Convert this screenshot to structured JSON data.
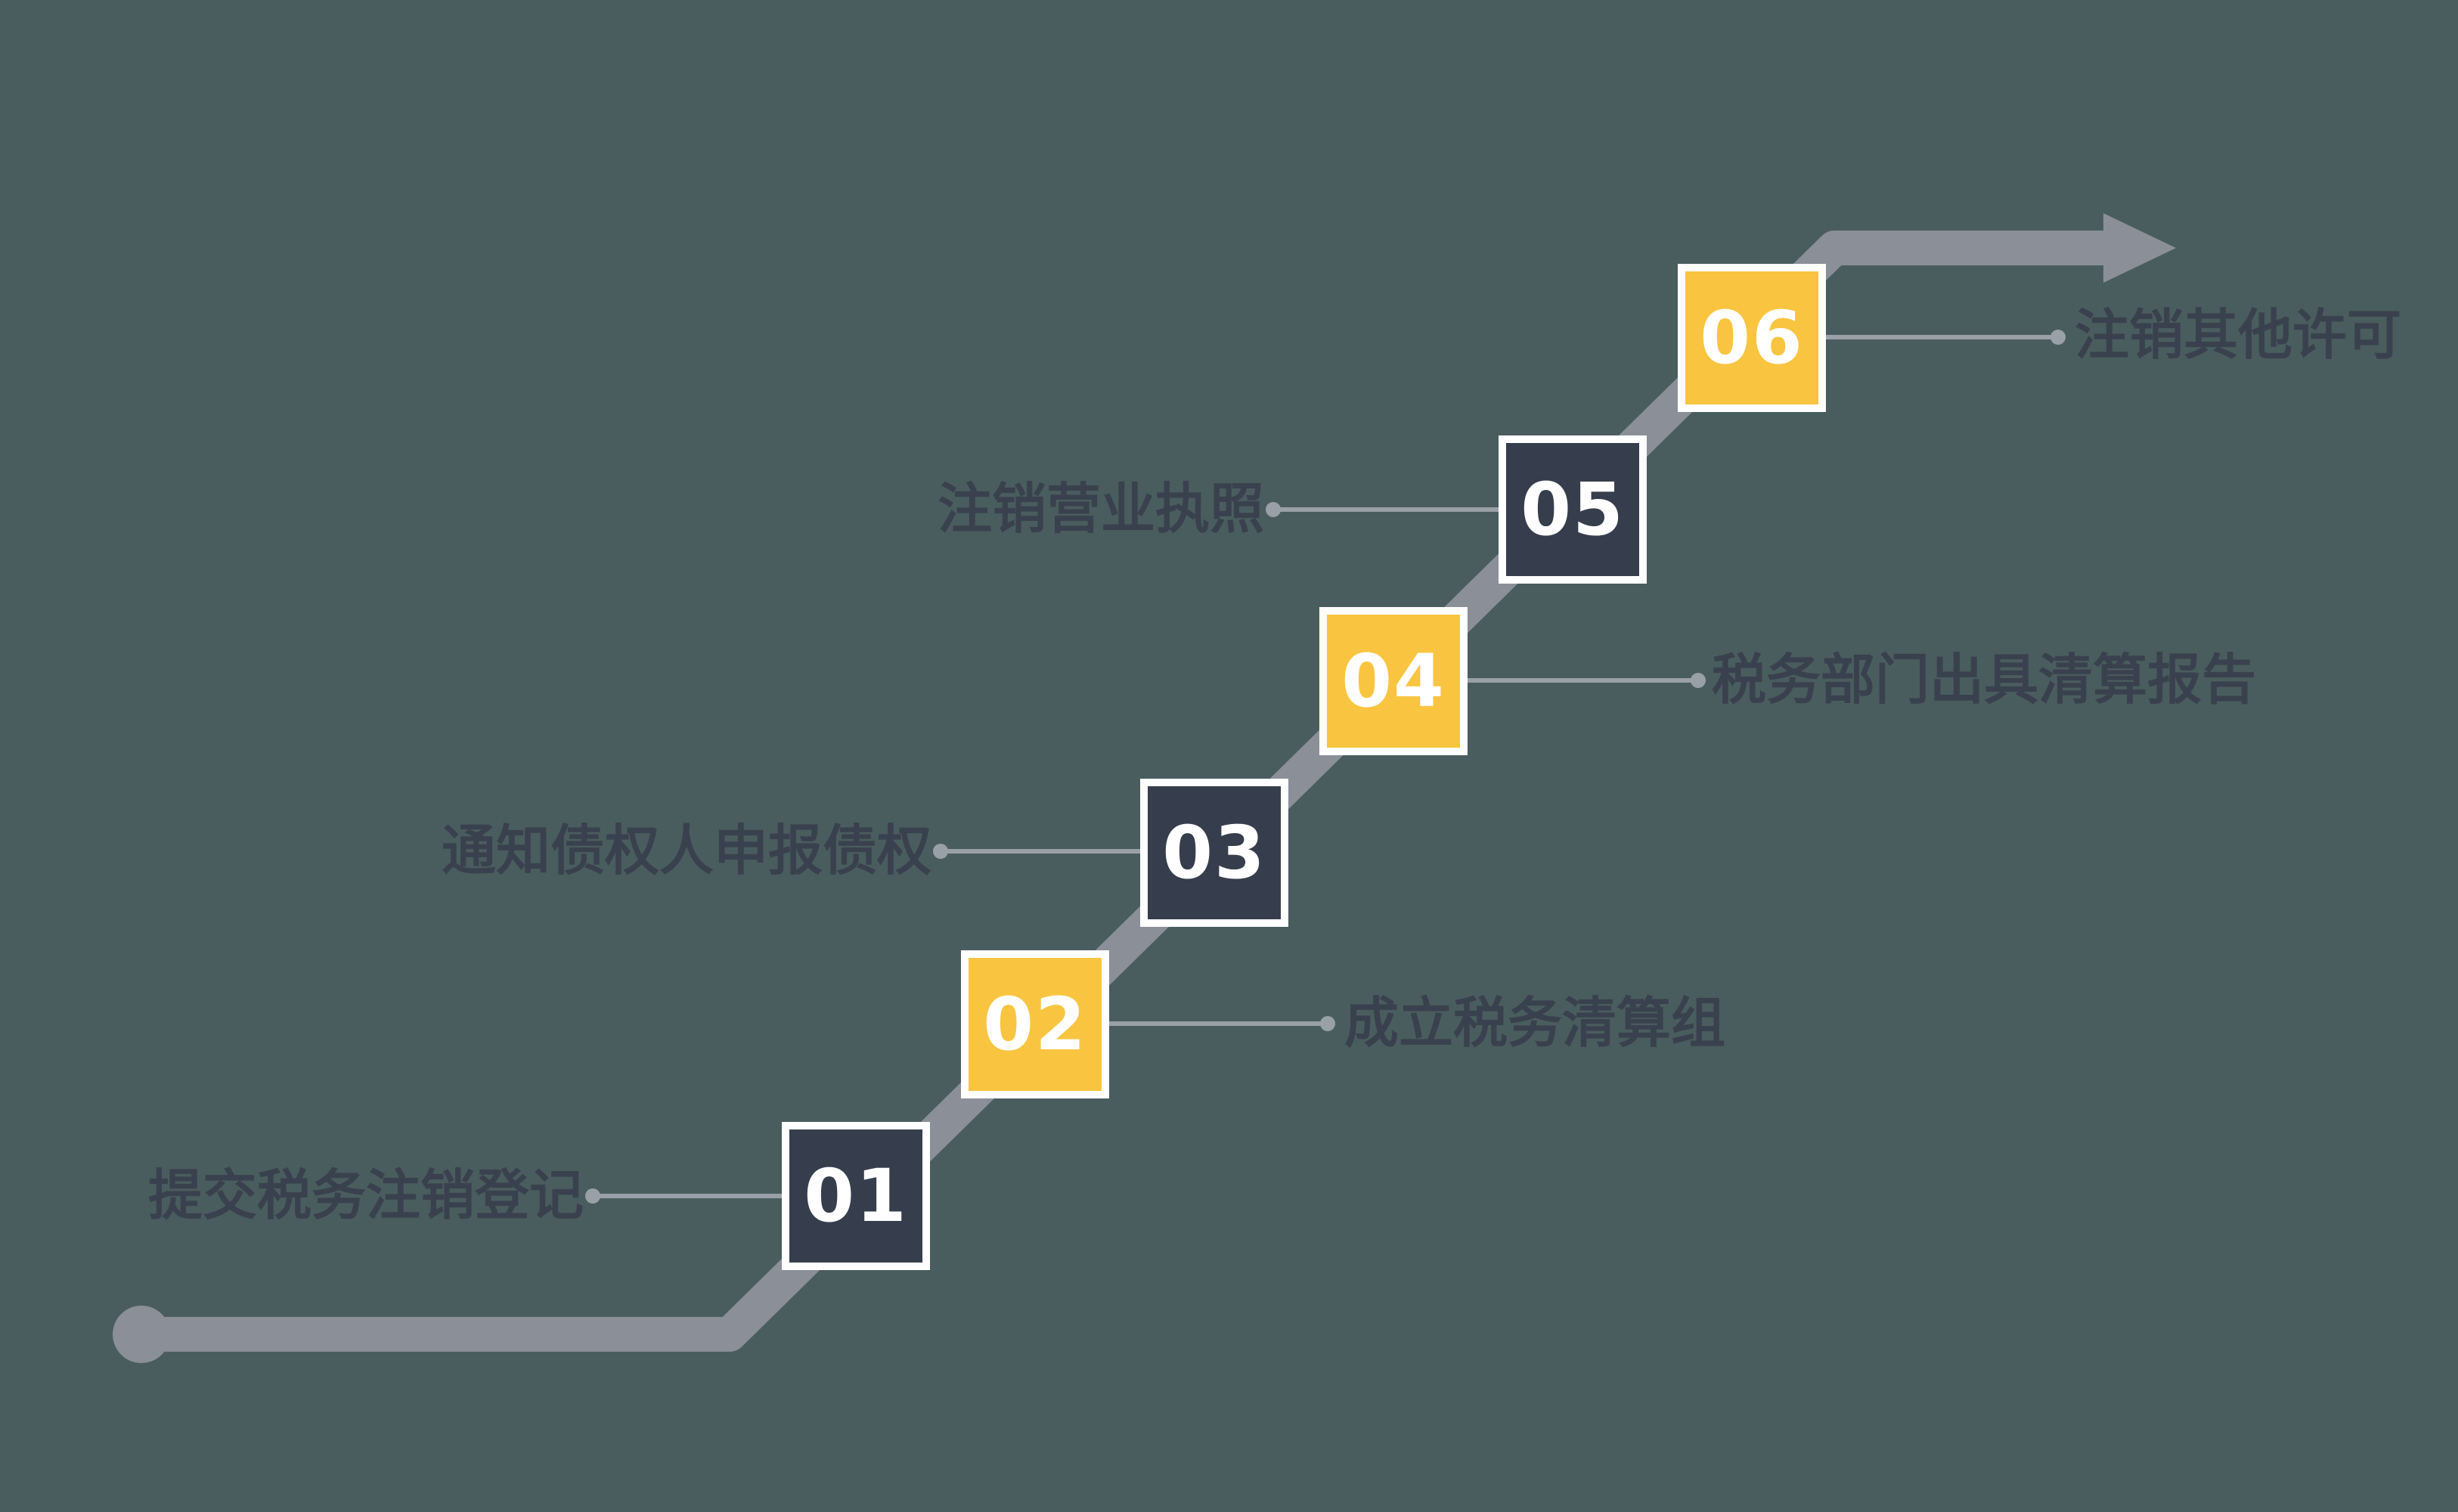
{
  "colors": {
    "bg": "#4a5d5e",
    "navy": "#363e4d",
    "yellow": "#f9c540",
    "line_gray": "#8a8f98",
    "thin_gray": "#99a0a7",
    "text_dark": "#3a414e",
    "number_white": "#ffffff"
  },
  "steps": [
    {
      "number": "01",
      "label": "提交税务注销登记",
      "side": "left",
      "color": "navy"
    },
    {
      "number": "02",
      "label": "成立税务清算组",
      "side": "right",
      "color": "yellow"
    },
    {
      "number": "03",
      "label": "通知债权人申报债权",
      "side": "left",
      "color": "navy"
    },
    {
      "number": "04",
      "label": "税务部门出具清算报告",
      "side": "right",
      "color": "yellow"
    },
    {
      "number": "05",
      "label": "注销营业执照",
      "side": "left",
      "color": "navy"
    },
    {
      "number": "06",
      "label": "注销其他许可",
      "side": "right",
      "color": "yellow"
    }
  ]
}
